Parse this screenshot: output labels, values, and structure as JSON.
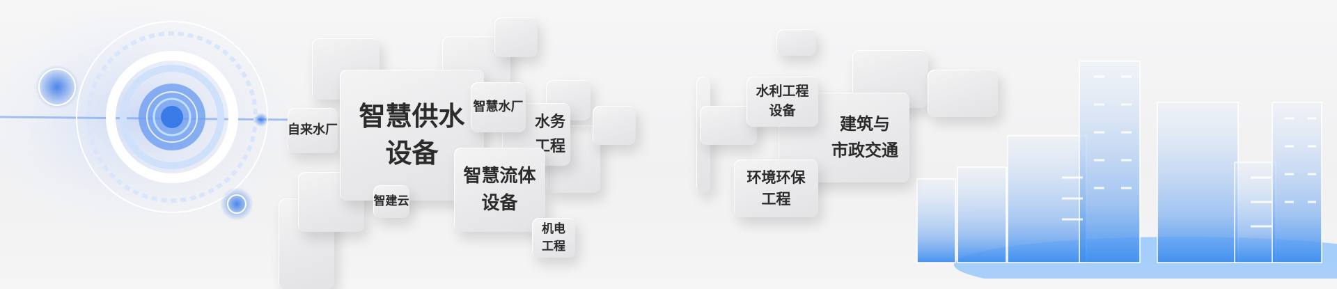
{
  "banner": {
    "tiles": [
      {
        "lines": [
          "自来水厂"
        ]
      },
      {
        "lines": [
          "智慧供水",
          "设备"
        ]
      },
      {
        "lines": [
          "智慧水厂"
        ]
      },
      {
        "lines": [
          "水务",
          "工程"
        ]
      },
      {
        "lines": [
          "智慧流体",
          "设备"
        ]
      },
      {
        "lines": [
          "智建云"
        ]
      },
      {
        "lines": [
          "机电",
          "工程"
        ]
      },
      {
        "lines": [
          "水利工程",
          "设备"
        ]
      },
      {
        "lines": [
          "建筑与",
          "市政交通"
        ]
      },
      {
        "lines": [
          "环境环保",
          "工程"
        ]
      }
    ],
    "colors": {
      "accent": "#3a7be8",
      "glow": "#5aa9ff",
      "text": "#2b2b2b",
      "tile": "#e8e8ea"
    }
  }
}
